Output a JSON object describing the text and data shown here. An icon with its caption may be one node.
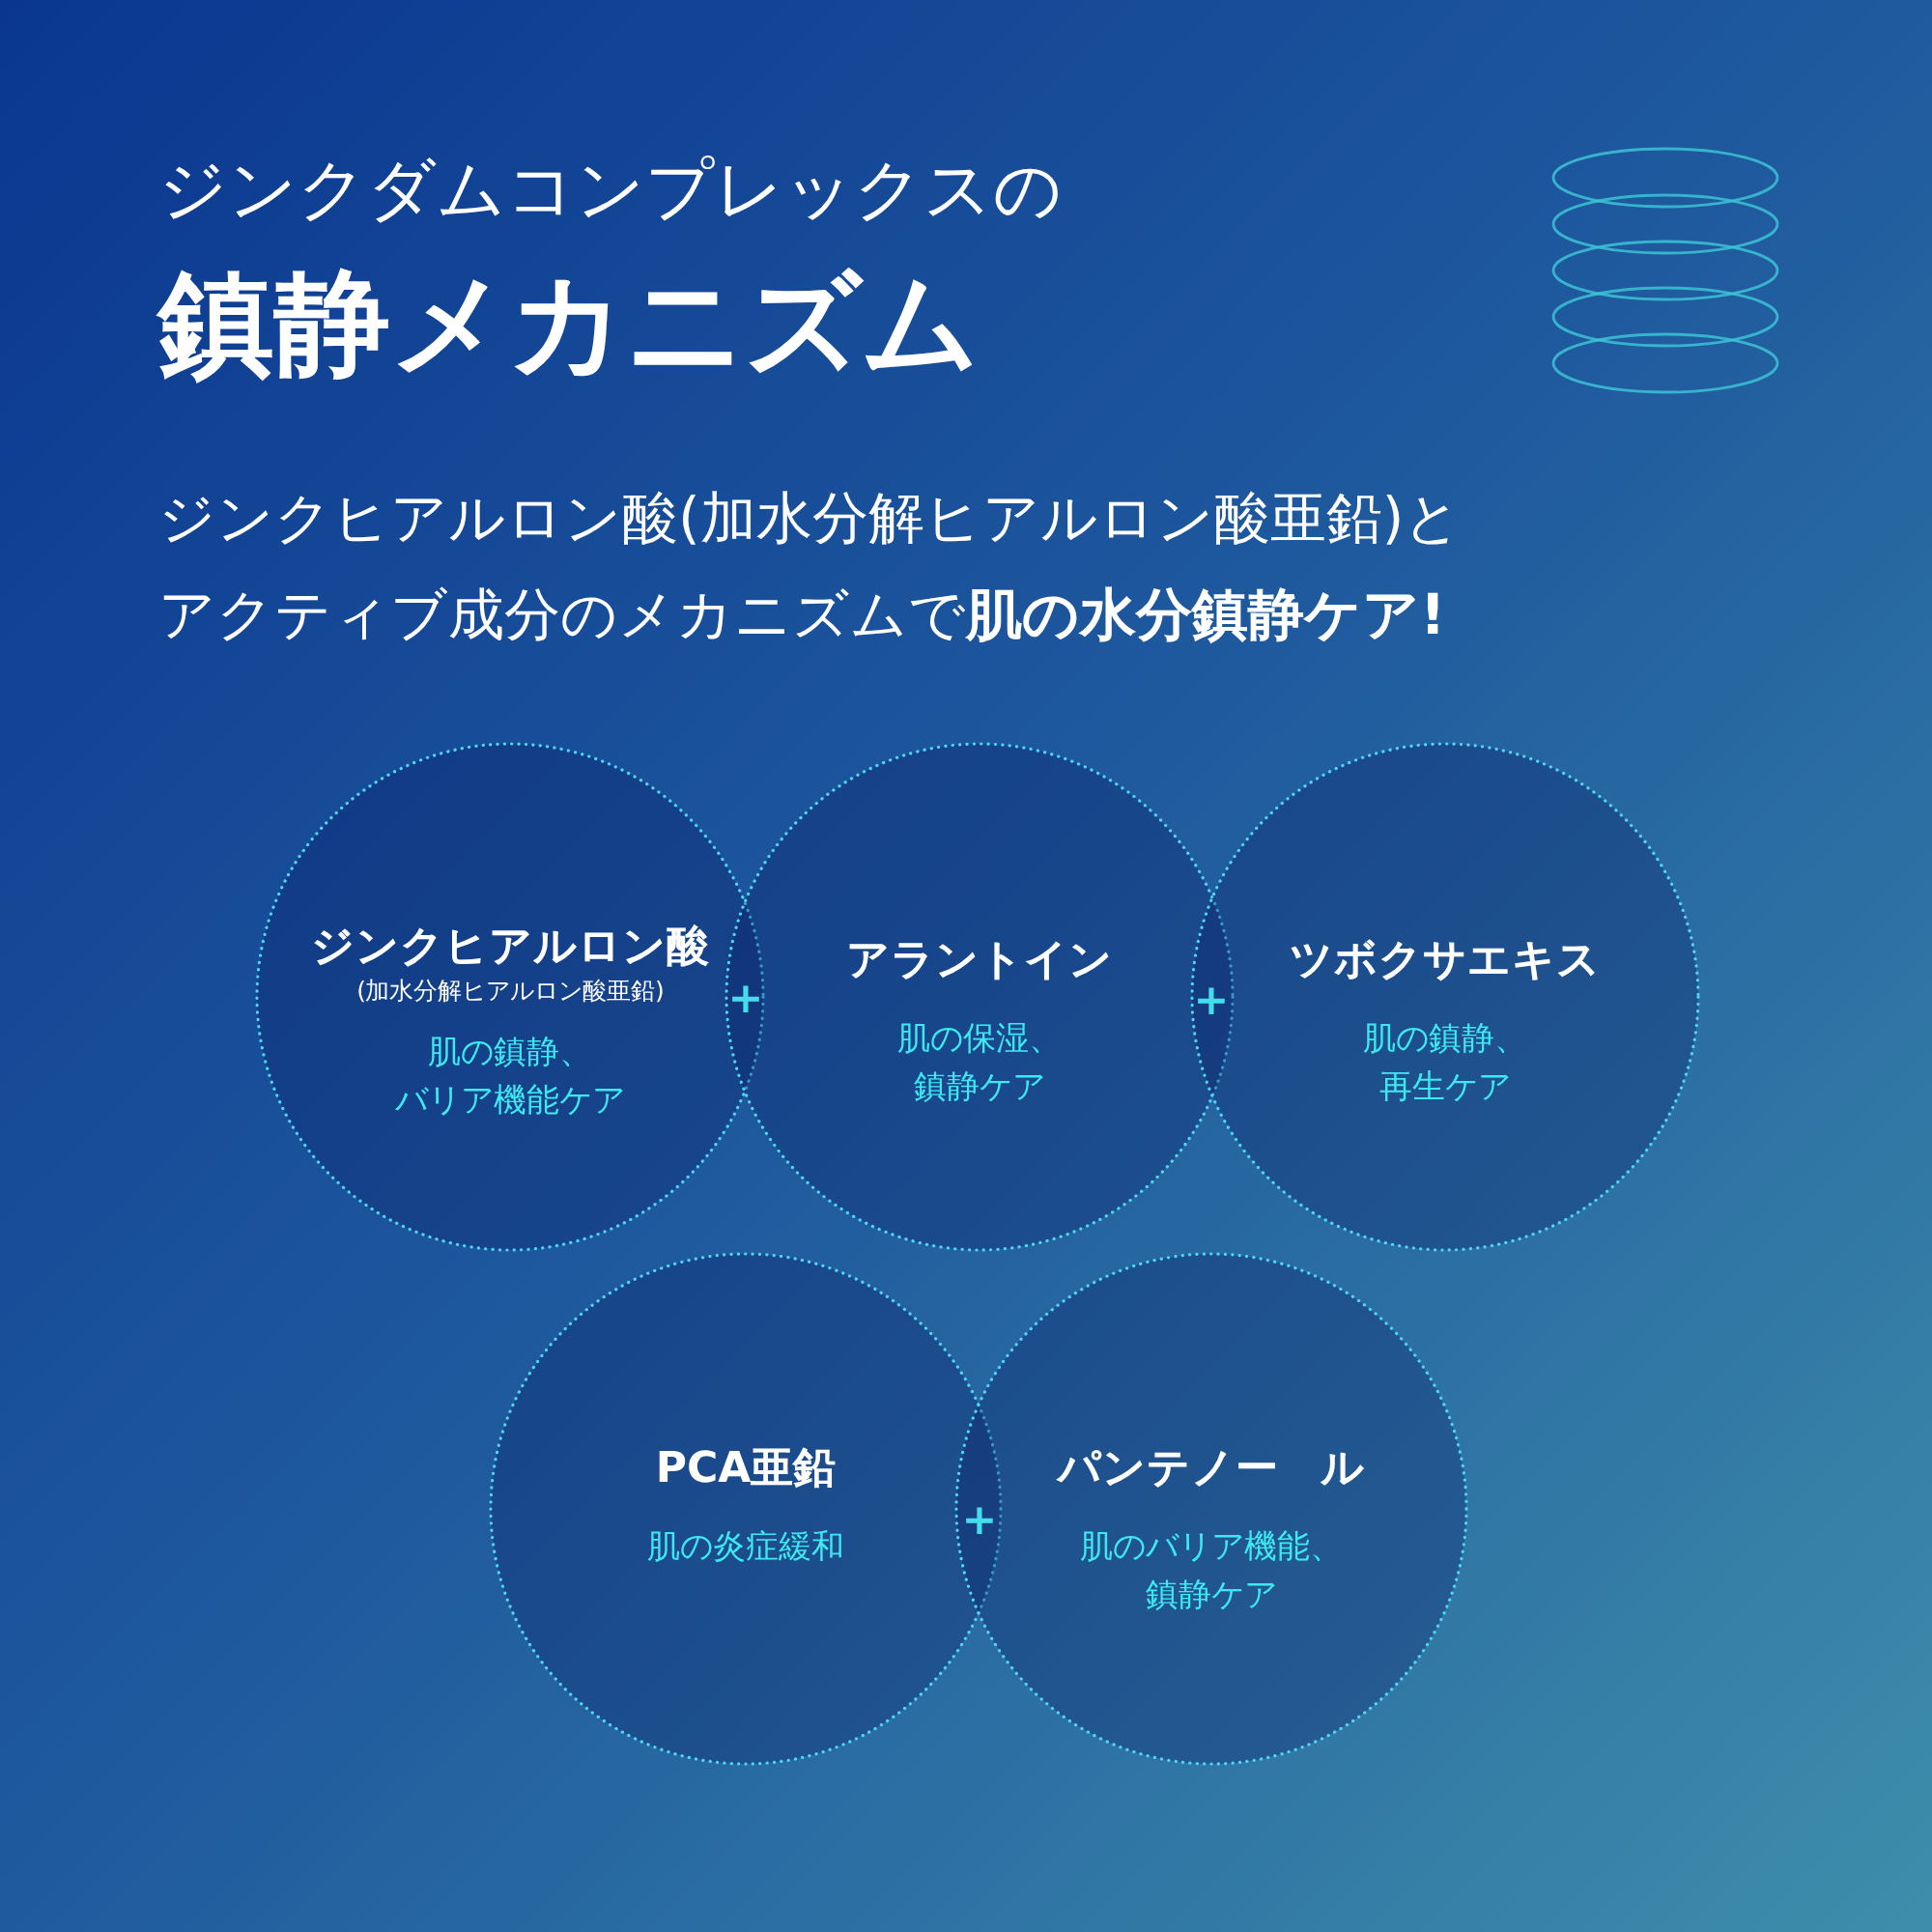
{
  "diagram": {
    "title": "ジンクダムコンプレックスの**鎮静メカニズム**",
    "nodes": [
      {
        "text": [
          "ジンクヒアルロン酸",
          "(加水分解ヒアルロン酸亜鉛)",
          "肌の鎮静、バリア機能ケア"
        ]
      },
      {
        "text": [
          "アラントイン",
          "肌の保湿、鎮静ケア"
        ]
      },
      {
        "text": [
          "ツボクサエキス",
          "肌の鎮静、再生ケア"
        ]
      },
      {
        "text": [
          "PCA亜鉛",
          "肌の炎症緩和"
        ]
      },
      {
        "text": [
          "パンテノー　ル",
          "肌のバリア機能、鎮静ケア"
        ]
      }
    ],
    "labels": [
      "ジンクヒアルロン酸(加水分解ヒアルロン酸亜鉛)とアクティブ成分のメカニズムで**肌の水分鎮静ケア!**",
      "+",
      "+",
      "+"
    ]
  }
}
